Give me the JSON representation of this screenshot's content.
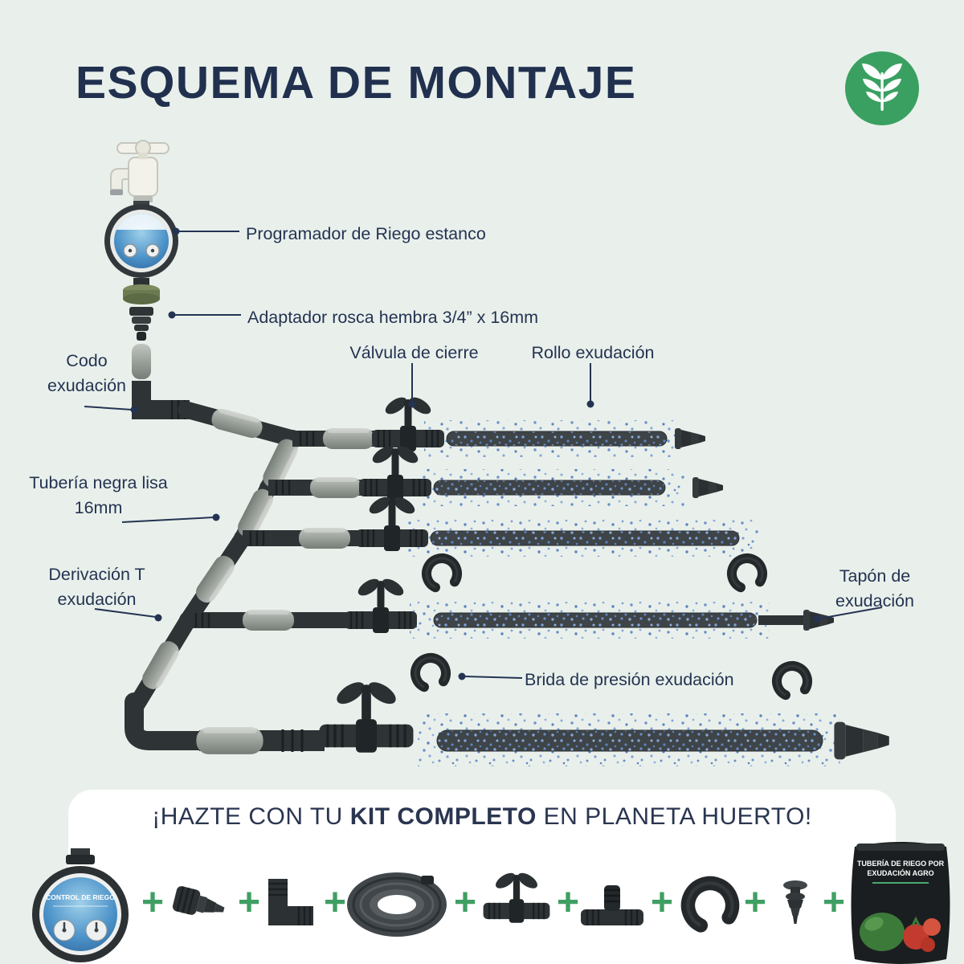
{
  "page": {
    "title": "ESQUEMA DE MONTAJE",
    "background": "#e9f0eb",
    "accent_green": "#3aa061",
    "text_navy": "#243352"
  },
  "logo": {
    "icon": "planeta-huerto-sprout-icon",
    "circle_color": "#3aa061"
  },
  "diagram": {
    "labels": {
      "programador": "Programador de Riego estanco",
      "adaptador": "Adaptador rosca hembra 3/4” x 16mm",
      "codo": "Codo exudación",
      "valvula": "Válvula de cierre",
      "rollo": "Rollo exudación",
      "tuberia": "Tubería negra lisa 16mm",
      "derivacion": "Derivación T exudación",
      "tapon": "Tapón de exudación",
      "brida": "Brida de presión exudación"
    }
  },
  "footer": {
    "headline_pre": "¡HAZTE CON TU ",
    "headline_bold": "KIT COMPLETO",
    "headline_post": " EN PLANETA HUERTO!",
    "plus": "+",
    "timer_label": "CONTROL DE RIEGO",
    "bag_line1": "TUBERÍA DE RIEGO POR",
    "bag_line2": "EXUDACIÓN AGRO",
    "product_icons": [
      "irrigation-timer-icon",
      "female-thread-adapter-icon",
      "elbow-fitting-icon",
      "tube-roll-icon",
      "shutoff-valve-icon",
      "tee-fitting-icon",
      "pressure-clamp-icon",
      "end-cap-icon",
      "exuding-tube-bag-icon"
    ]
  }
}
